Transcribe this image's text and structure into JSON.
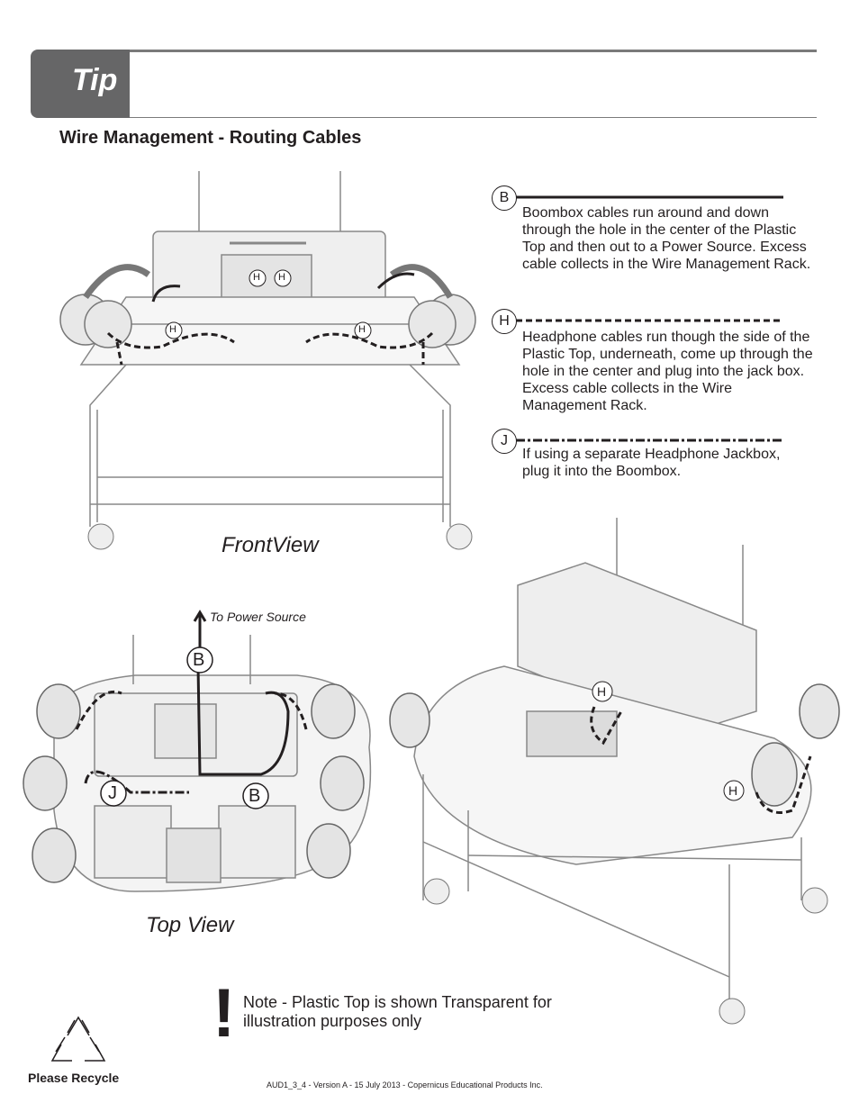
{
  "header": {
    "tip_label": "Tip"
  },
  "section_title": "Wire Management - Routing Cables",
  "legend": [
    {
      "letter": "B",
      "line_style": "solid",
      "text": "Boombox cables run around and down through the hole in the center of the Plastic Top and then out to a Power Source. Excess cable collects in the Wire Management Rack."
    },
    {
      "letter": "H",
      "line_style": "dashed",
      "text": "Headphone cables run though the side of the Plastic Top, underneath, come up through the hole in the center and plug into the jack box. Excess cable collects in the Wire Management Rack."
    },
    {
      "letter": "J",
      "line_style": "dash-dot",
      "text": "If using a separate Headphone Jackbox, plug it into the Boombox."
    }
  ],
  "views": {
    "front": {
      "label": "FrontView",
      "markers": [
        "H",
        "H",
        "H",
        "H"
      ]
    },
    "top": {
      "label": "Top View",
      "power_label": "To Power Source",
      "markers": [
        "B",
        "J",
        "B"
      ]
    },
    "iso": {
      "markers": [
        "H",
        "H"
      ]
    }
  },
  "note": {
    "symbol": "!",
    "text": "Note - Plastic Top is shown Transparent for illustration purposes only"
  },
  "footer": {
    "recycle_label": "Please Recycle",
    "doc_id": "AUD1_3_4 - Version A - 15 July 2013 - Copernicus Educational Products Inc."
  },
  "colors": {
    "tab_gray": "#666667",
    "rule_gray": "#7a7a7a",
    "ink": "#231f20"
  },
  "icons": [
    "recycle-icon",
    "arrow-up-icon"
  ]
}
